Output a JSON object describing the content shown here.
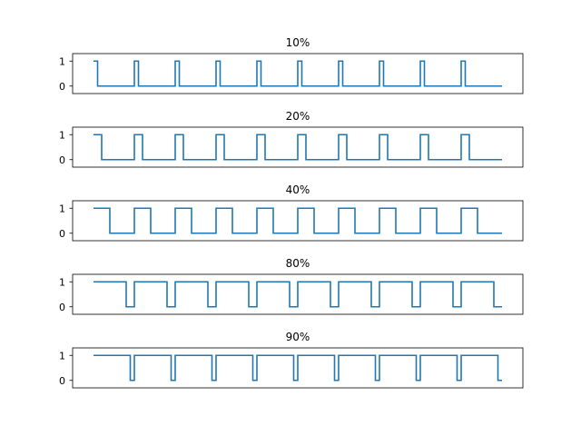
{
  "figure": {
    "trace_color": "#1f77b4"
  },
  "chart_data": [
    {
      "type": "line",
      "step": true,
      "title": "10%",
      "xlabel": "",
      "ylabel": "",
      "x_ticks_visible": false,
      "yticks": [
        1,
        0
      ],
      "ylim": [
        -0.3,
        1.3
      ],
      "period": 1.0,
      "duty": 0.1,
      "x_range": [
        0,
        10
      ],
      "series": [
        {
          "values": [
            1,
            0,
            1,
            0,
            1,
            0,
            1,
            0,
            1,
            0,
            1,
            0,
            1,
            0,
            1,
            0,
            1,
            0,
            1,
            0
          ]
        }
      ]
    },
    {
      "type": "line",
      "step": true,
      "title": "20%",
      "xlabel": "",
      "ylabel": "",
      "x_ticks_visible": false,
      "yticks": [
        1,
        0
      ],
      "ylim": [
        -0.3,
        1.3
      ],
      "period": 1.0,
      "duty": 0.2,
      "x_range": [
        0,
        10
      ],
      "series": [
        {
          "values": [
            1,
            0,
            1,
            0,
            1,
            0,
            1,
            0,
            1,
            0,
            1,
            0,
            1,
            0,
            1,
            0,
            1,
            0,
            1,
            0
          ]
        }
      ]
    },
    {
      "type": "line",
      "step": true,
      "title": "40%",
      "xlabel": "",
      "ylabel": "",
      "x_ticks_visible": false,
      "yticks": [
        1,
        0
      ],
      "ylim": [
        -0.3,
        1.3
      ],
      "period": 1.0,
      "duty": 0.4,
      "x_range": [
        0,
        10
      ],
      "series": [
        {
          "values": [
            1,
            0,
            1,
            0,
            1,
            0,
            1,
            0,
            1,
            0,
            1,
            0,
            1,
            0,
            1,
            0,
            1,
            0,
            1,
            0
          ]
        }
      ]
    },
    {
      "type": "line",
      "step": true,
      "title": "80%",
      "xlabel": "",
      "ylabel": "",
      "x_ticks_visible": false,
      "yticks": [
        1,
        0
      ],
      "ylim": [
        -0.3,
        1.3
      ],
      "period": 1.0,
      "duty": 0.8,
      "x_range": [
        0,
        10
      ],
      "series": [
        {
          "values": [
            1,
            0,
            1,
            0,
            1,
            0,
            1,
            0,
            1,
            0,
            1,
            0,
            1,
            0,
            1,
            0,
            1,
            0,
            1,
            0
          ]
        }
      ]
    },
    {
      "type": "line",
      "step": true,
      "title": "90%",
      "xlabel": "",
      "ylabel": "",
      "x_ticks_visible": false,
      "yticks": [
        1,
        0
      ],
      "ylim": [
        -0.3,
        1.3
      ],
      "period": 1.0,
      "duty": 0.9,
      "x_range": [
        0,
        10
      ],
      "series": [
        {
          "values": [
            1,
            0,
            1,
            0,
            1,
            0,
            1,
            0,
            1,
            0,
            1,
            0,
            1,
            0,
            1,
            0,
            1,
            0,
            1,
            0
          ]
        }
      ]
    }
  ]
}
